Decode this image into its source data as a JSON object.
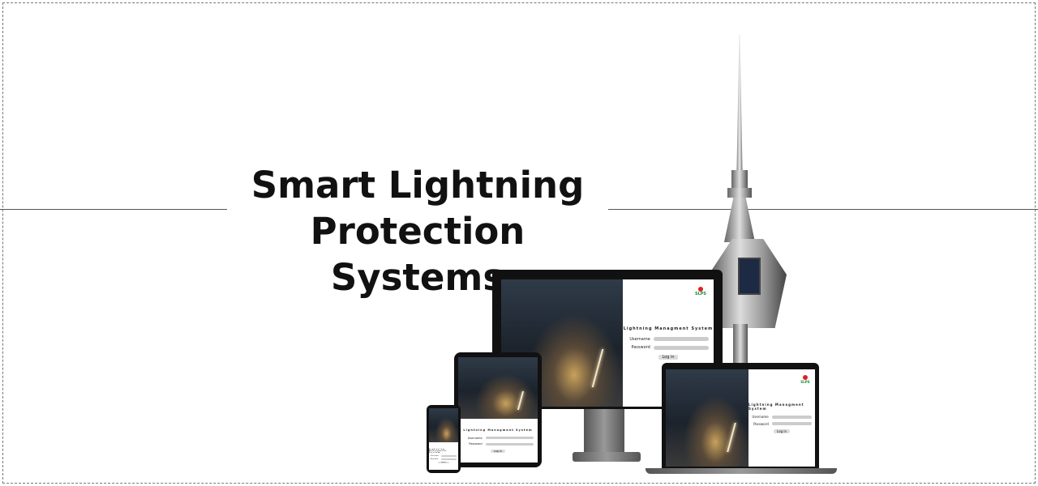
{
  "headline": {
    "line1": "Smart Lightning",
    "line2": "Protection Systems"
  },
  "login_screen": {
    "title": "Lightning Managment System",
    "username_label": "Username",
    "password_label": "Password",
    "login_button": "Log in",
    "logo_text": "SLPS"
  }
}
